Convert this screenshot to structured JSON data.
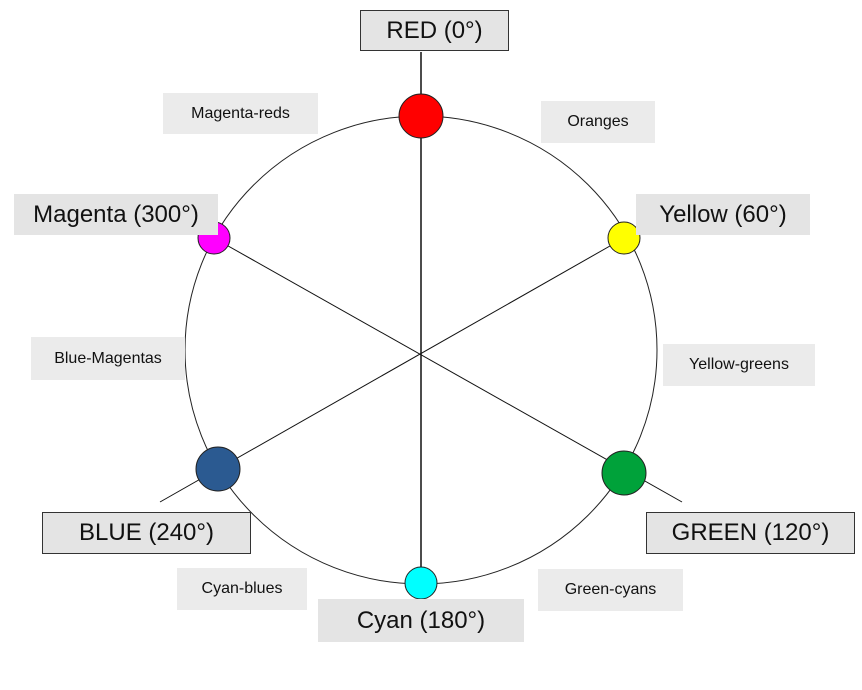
{
  "primaries": {
    "red": "RED (0°)",
    "green": "GREEN (120°)",
    "blue": "BLUE (240°)"
  },
  "secondaries": {
    "yellow": "Yellow (60°)",
    "cyan": "Cyan (180°)",
    "magenta": "Magenta (300°)"
  },
  "tertiaries": {
    "magenta_reds": "Magenta-reds",
    "oranges": "Oranges",
    "yellow_greens": "Yellow-greens",
    "green_cyans": "Green-cyans",
    "cyan_blues": "Cyan-blues",
    "blue_magentas": "Blue-Magentas"
  },
  "colors": {
    "red": "#ff0000",
    "yellow": "#ffff00",
    "green": "#00a23a",
    "cyan": "#00ffff",
    "blue": "#2b5a91",
    "magenta": "#ff00ff"
  }
}
